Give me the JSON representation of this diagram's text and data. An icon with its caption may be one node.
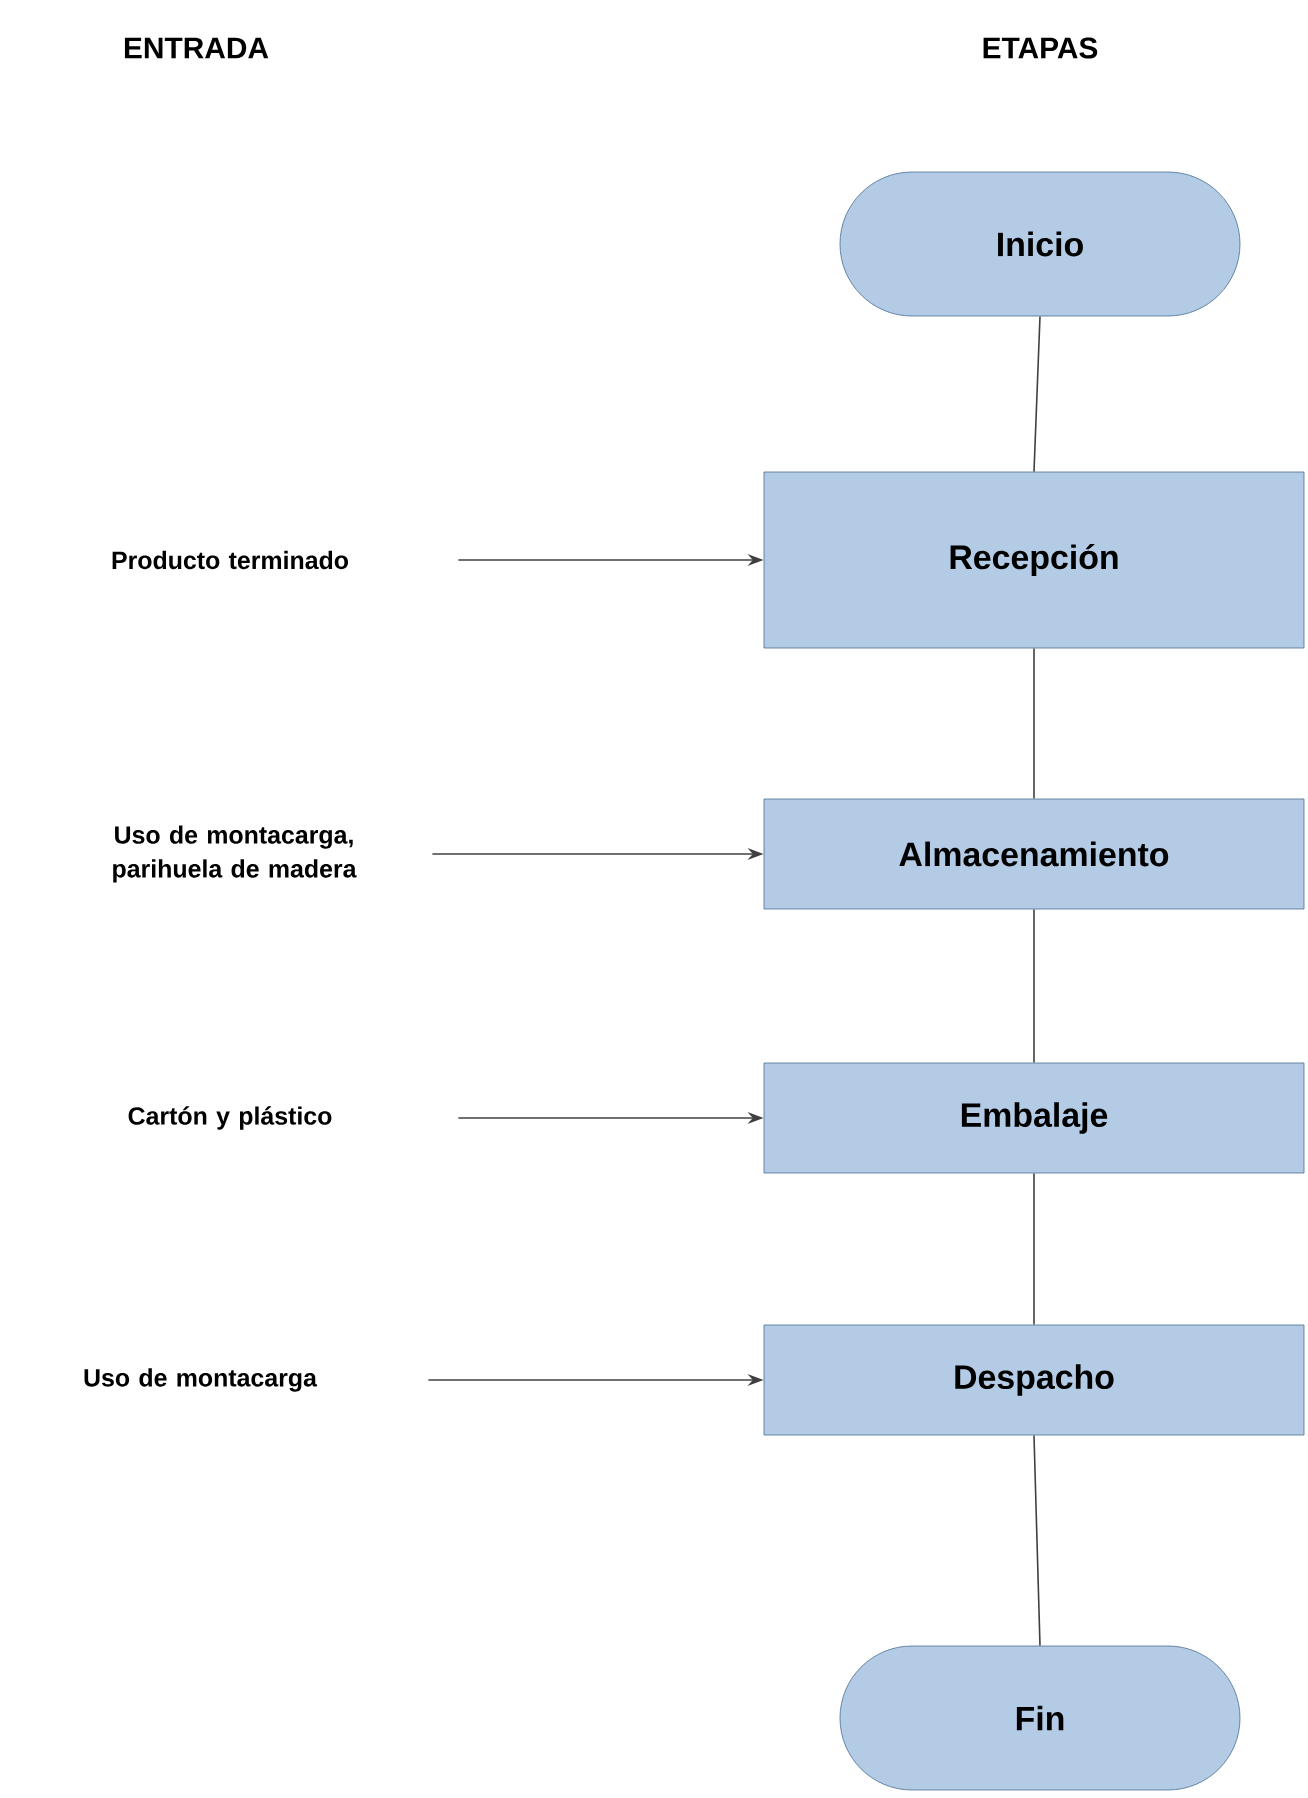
{
  "diagram": {
    "nodes": [
      {
        "text": [
          "Inicio"
        ]
      },
      {
        "text": [
          "Recepción"
        ]
      },
      {
        "text": [
          "Almacenamiento"
        ]
      },
      {
        "text": [
          "Embalaje"
        ]
      },
      {
        "text": [
          "Despacho"
        ]
      },
      {
        "text": [
          "Fin"
        ]
      },
      {
        "text": [
          "Producto terminado"
        ]
      },
      {
        "text": [
          "Uso de montacarga, parihuela de madera"
        ]
      },
      {
        "text": [
          "Cartón y plástico"
        ]
      },
      {
        "text": [
          "Uso de montacarga"
        ]
      }
    ],
    "edges": [
      {
        "from": 0,
        "to": 1,
        "arrow": "none"
      },
      {
        "from": 1,
        "to": 2,
        "arrow": "none"
      },
      {
        "from": 2,
        "to": 3,
        "arrow": "none"
      },
      {
        "from": 3,
        "to": 4,
        "arrow": "none"
      },
      {
        "from": 4,
        "to": 5,
        "arrow": "none"
      },
      {
        "from": 6,
        "to": 1,
        "arrow": "to"
      },
      {
        "from": 7,
        "to": 2,
        "arrow": "to"
      },
      {
        "from": 8,
        "to": 3,
        "arrow": "to"
      },
      {
        "from": 9,
        "to": 4,
        "arrow": "to"
      }
    ],
    "labels": [
      "ENTRADA",
      "ETAPAS"
    ]
  }
}
